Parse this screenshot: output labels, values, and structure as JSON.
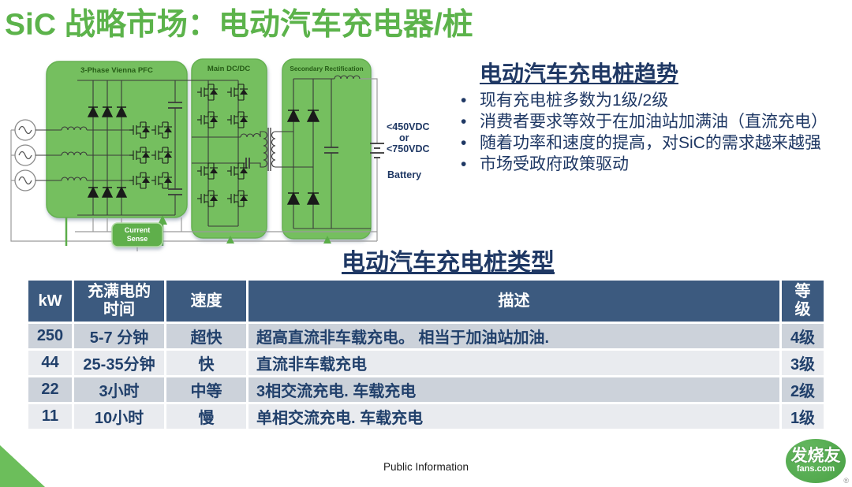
{
  "title": "SiC 战略市场：电动汽车充电器/桩",
  "diagram": {
    "blocks": {
      "pfc": "3-Phase Vienna PFC",
      "dcdc": "Main DC/DC",
      "rect": "Secondary Rectification"
    },
    "current_sense_line1": "Current",
    "current_sense_line2": "Sense",
    "voltage_label_1": "<450VDC",
    "voltage_or": "or",
    "voltage_label_2": "<750VDC",
    "battery_label": "Battery"
  },
  "trends": {
    "heading": "电动汽车充电桩趋势",
    "bullets": [
      "现有充电桩多数为1级/2级",
      "消费者要求等效于在加油站加满油（直流充电）",
      "随着功率和速度的提高，对SiC的需求越来越强",
      "市场受政府政策驱动"
    ]
  },
  "table_section": {
    "heading": "电动汽车充电桩类型",
    "columns": [
      "kW",
      "充满电的时间",
      "速度",
      "描述",
      "等级"
    ],
    "rows": [
      [
        "250",
        "5-7 分钟",
        "超快",
        "超高直流非车载充电。 相当于加油站加油.",
        "4级"
      ],
      [
        "44",
        "25-35分钟",
        "快",
        "直流非车载充电",
        "3级"
      ],
      [
        "22",
        "3小时",
        "中等",
        "3相交流充电. 车载充电",
        "2级"
      ],
      [
        "11",
        "10小时",
        "慢",
        "单相交流充电. 车载充电",
        "1级"
      ]
    ]
  },
  "footer": {
    "text": "Public Information"
  },
  "watermark": {
    "text": "发烧友",
    "domain": "fans.com",
    "registered": "®"
  },
  "colors": {
    "accent_green": "#5CB34B",
    "block_green": "#74BF5E",
    "navy": "#1F3864",
    "table_header": "#3C5A7F",
    "row_dark": "#CCD2DA",
    "row_light": "#E9EBEF"
  }
}
